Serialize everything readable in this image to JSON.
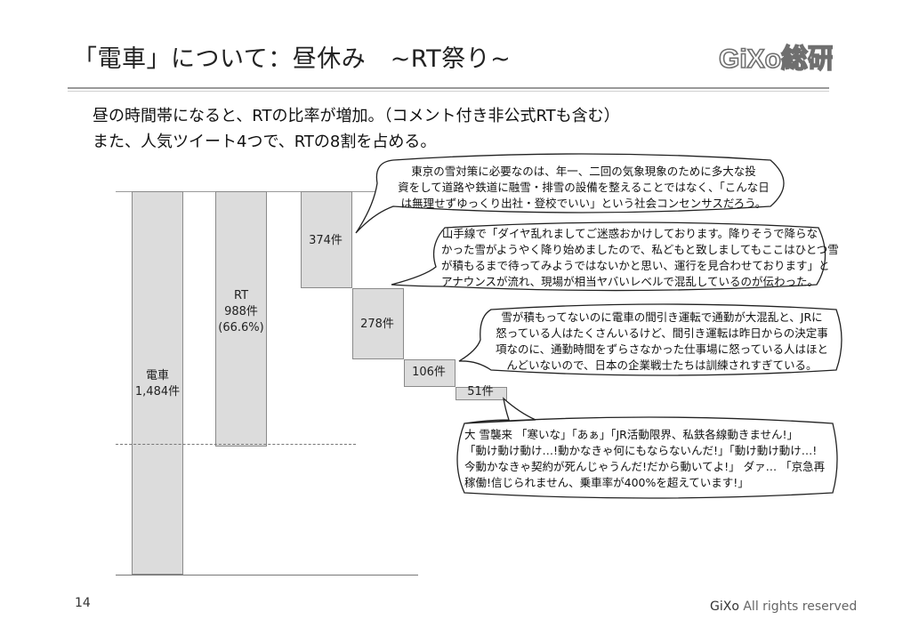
{
  "slide": {
    "title": "「電車」について：昼休み　~RT祭り~",
    "logo_text": "GiXo総研",
    "body_lines": [
      "昼の時間帯になると、RTの比率が増加。（コメント付き非公式RTも含む）",
      "また、人気ツイート4つで、RTの8割を占める。"
    ],
    "page_number": "14",
    "footer_brand": "GiXo",
    "footer_text": " All rights reserved"
  },
  "chart_data": {
    "type": "bar",
    "categories": [
      "電車",
      "RT",
      "374件",
      "278件",
      "106件",
      "51件"
    ],
    "values": [
      1484,
      988,
      374,
      278,
      106,
      51
    ],
    "labels": {
      "total": [
        "電車",
        "1,484件"
      ],
      "rt": [
        "RT",
        "988件",
        "(66.6%)"
      ],
      "t1": "374件",
      "t2": "278件",
      "t3": "106件",
      "t4": "51件"
    }
  },
  "bubbles": [
    {
      "lines": [
        "東京の雪対策に必要なのは、年一、二回の気象現象のために多大な投",
        "資をして道路や鉄道に融雪・排雪の設備を整えることではなく、「こんな日",
        "は無理せずゆっくり出社・登校でいい」という社会コンセンサスだろう。"
      ]
    },
    {
      "lines": [
        "山手線で「ダイヤ乱れましてご迷惑おかけしております。降りそうで降らな",
        "かった雪がようやく降り始めましたので、私どもと致しましてもここはひとつ雪",
        "が積もるまで待ってみようではないかと思い、運行を見合わせております」と",
        "アナウンスが流れ、現場が相当ヤバいレベルで混乱しているのが伝わった。"
      ]
    },
    {
      "lines": [
        "雪が積もってないのに電車の間引き運転で通勤が大混乱と、JRに",
        "怒っている人はたくさんいるけど、間引き運転は昨日からの決定事",
        "項なのに、通勤時間をずらさなかった仕事場に怒っている人はほと",
        "んどいないので、日本の企業戦士たちは訓練されすぎている。"
      ]
    },
    {
      "lines": [
        "大 雪襲来 「寒いな」「あぁ」「JR活動限界、私鉄各線動きません!」",
        "「動け動け動け…!動かなきゃ何にもならないんだ!」「動け動け動け…!",
        "今動かなきゃ契約が死んじゃうんだ!だから動いてよ!」 ダァ… 「京急再",
        "稼働!信じられません、乗車率が400%を超えています!」"
      ]
    }
  ]
}
